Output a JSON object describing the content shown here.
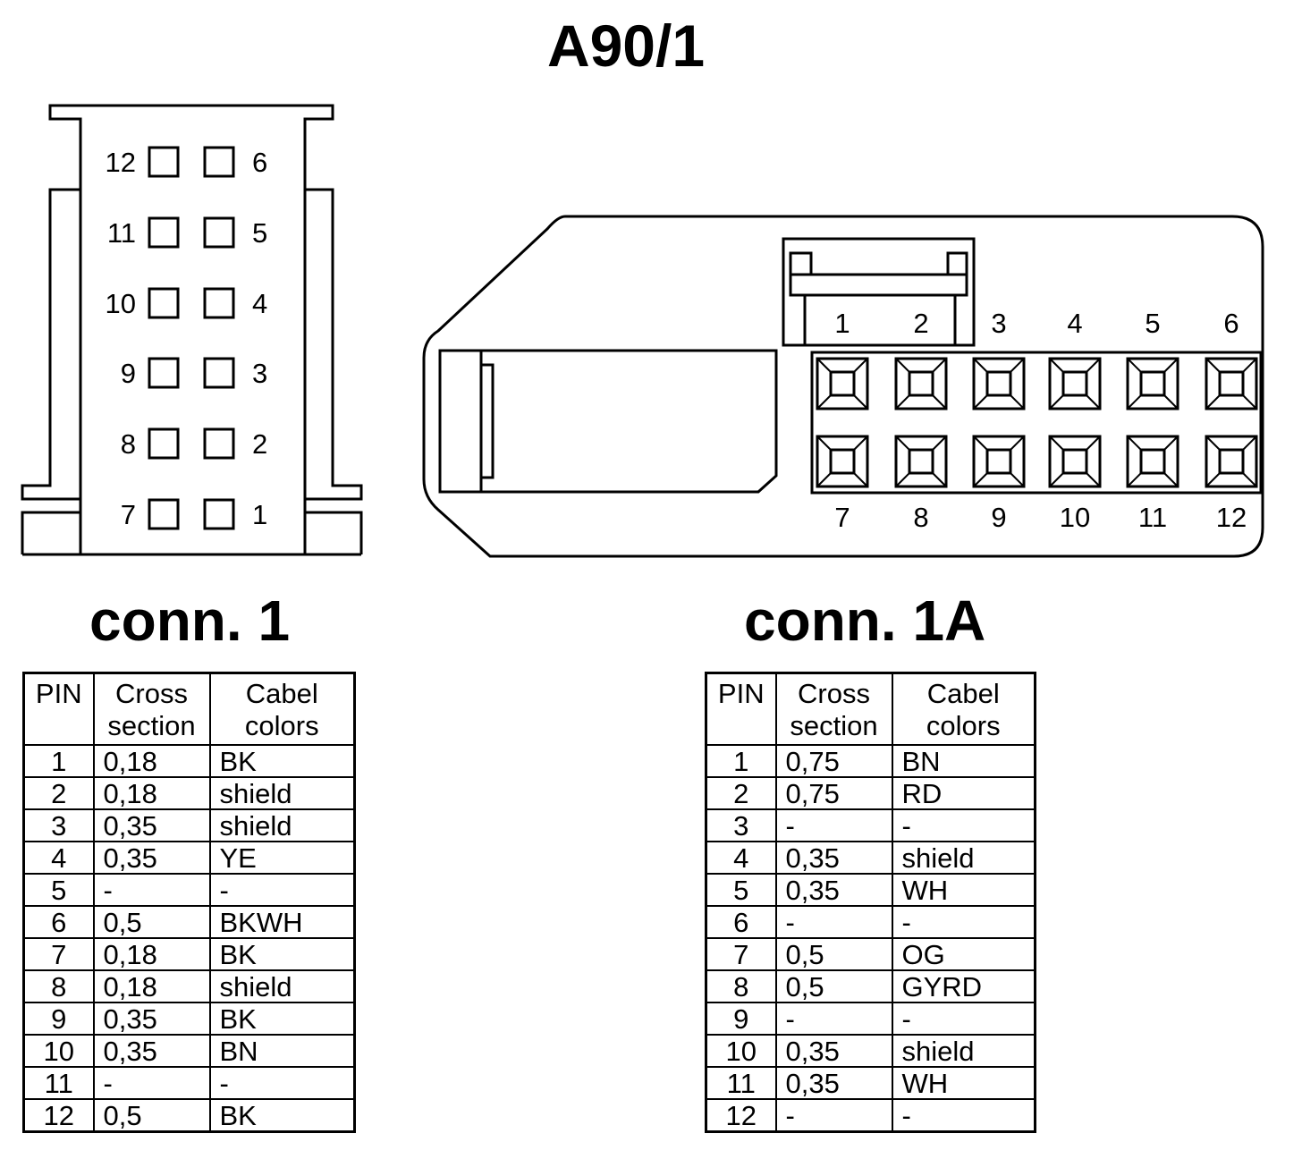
{
  "title": "A90/1",
  "conn1": {
    "label": "conn. 1",
    "pins_left": [
      "12",
      "11",
      "10",
      "9",
      "8",
      "7"
    ],
    "pins_right": [
      "6",
      "5",
      "4",
      "3",
      "2",
      "1"
    ],
    "table": {
      "headers": [
        "PIN",
        "Cross section",
        "Cabel colors"
      ],
      "rows": [
        [
          "1",
          "0,18",
          "BK"
        ],
        [
          "2",
          "0,18",
          "shield"
        ],
        [
          "3",
          "0,35",
          "shield"
        ],
        [
          "4",
          "0,35",
          "YE"
        ],
        [
          "5",
          "-",
          "-"
        ],
        [
          "6",
          "0,5",
          "BKWH"
        ],
        [
          "7",
          "0,18",
          "BK"
        ],
        [
          "8",
          "0,18",
          "shield"
        ],
        [
          "9",
          "0,35",
          "BK"
        ],
        [
          "10",
          "0,35",
          "BN"
        ],
        [
          "11",
          "-",
          "-"
        ],
        [
          "12",
          "0,5",
          "BK"
        ]
      ]
    }
  },
  "conn1a": {
    "label": "conn. 1A",
    "pins_top": [
      "1",
      "2",
      "3",
      "4",
      "5",
      "6"
    ],
    "pins_bottom": [
      "7",
      "8",
      "9",
      "10",
      "11",
      "12"
    ],
    "table": {
      "headers": [
        "PIN",
        "Cross section",
        "Cabel colors"
      ],
      "rows": [
        [
          "1",
          "0,75",
          "BN"
        ],
        [
          "2",
          "0,75",
          "RD"
        ],
        [
          "3",
          "-",
          "-"
        ],
        [
          "4",
          "0,35",
          "shield"
        ],
        [
          "5",
          "0,35",
          "WH"
        ],
        [
          "6",
          "-",
          "-"
        ],
        [
          "7",
          "0,5",
          "OG"
        ],
        [
          "8",
          "0,5",
          "GYRD"
        ],
        [
          "9",
          "-",
          "-"
        ],
        [
          "10",
          "0,35",
          "shield"
        ],
        [
          "11",
          "0,35",
          "WH"
        ],
        [
          "12",
          "-",
          "-"
        ]
      ]
    }
  }
}
